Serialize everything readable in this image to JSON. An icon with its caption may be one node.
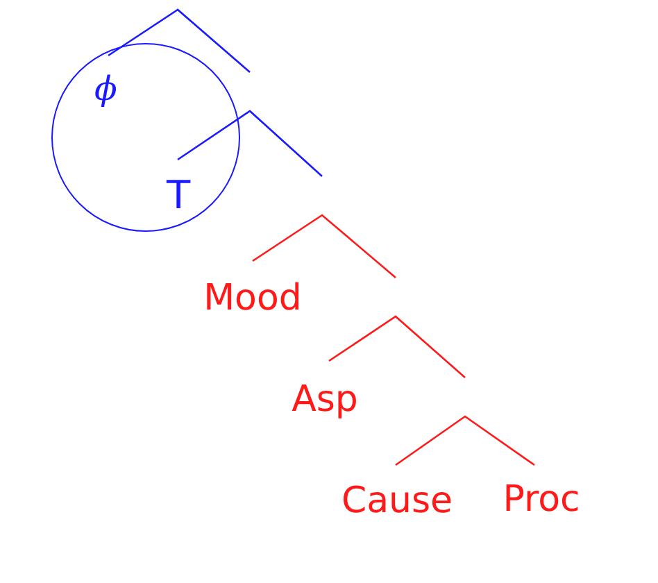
{
  "diagram": {
    "nodes": [
      {
        "text": [
          "ϕ",
          "T"
        ]
      }
    ],
    "labels": [
      "Mood",
      "Asp",
      "Cause",
      "Proc"
    ]
  }
}
